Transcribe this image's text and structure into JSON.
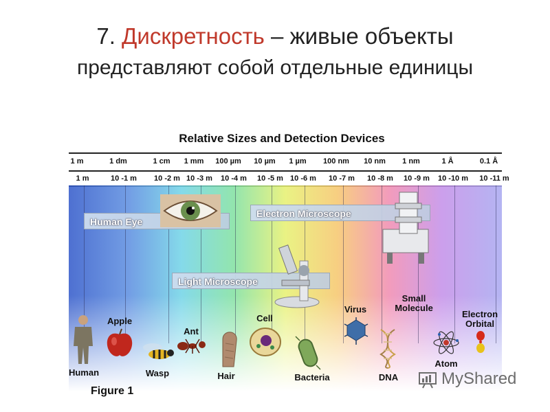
{
  "slide": {
    "title_number": "7.",
    "title_term": "Дискретность",
    "title_rest": " – живые объекты",
    "title_line2": "представляют собой отдельные единицы"
  },
  "figure": {
    "title": "Relative Sizes and Detection Devices",
    "caption": "Figure 1",
    "top_scale": [
      "1 m",
      "1 dm",
      "1 cm",
      "1 mm",
      "100 µm",
      "10 µm",
      "1 µm",
      "100 nm",
      "10 nm",
      "1 nm",
      "1 Å",
      "0.1 Å"
    ],
    "bottom_scale": [
      "1 m",
      "10 -1 m",
      "10 -2 m",
      "10 -3 m",
      "10 -4 m",
      "10 -5 m",
      "10 -6 m",
      "10 -7 m",
      "10 -8 m",
      "10 -9 m",
      "10 -10 m",
      "10 -11 m"
    ],
    "devices": {
      "human_eye": "Human Eye",
      "light_microscope": "Light Microscope",
      "electron_microscope": "Electron Microscope"
    },
    "objects": {
      "human": "Human",
      "apple": "Apple",
      "wasp": "Wasp",
      "ant": "Ant",
      "hair": "Hair",
      "cell": "Cell",
      "bacteria": "Bacteria",
      "virus": "Virus",
      "dna": "DNA",
      "small_molecule_1": "Small",
      "small_molecule_2": "Molecule",
      "atom": "Atom",
      "electron_orbital_1": "Electron",
      "electron_orbital_2": "Orbital"
    },
    "colors": {
      "title_accent": "#c0392b"
    }
  },
  "watermark": {
    "text": "MyShared"
  }
}
